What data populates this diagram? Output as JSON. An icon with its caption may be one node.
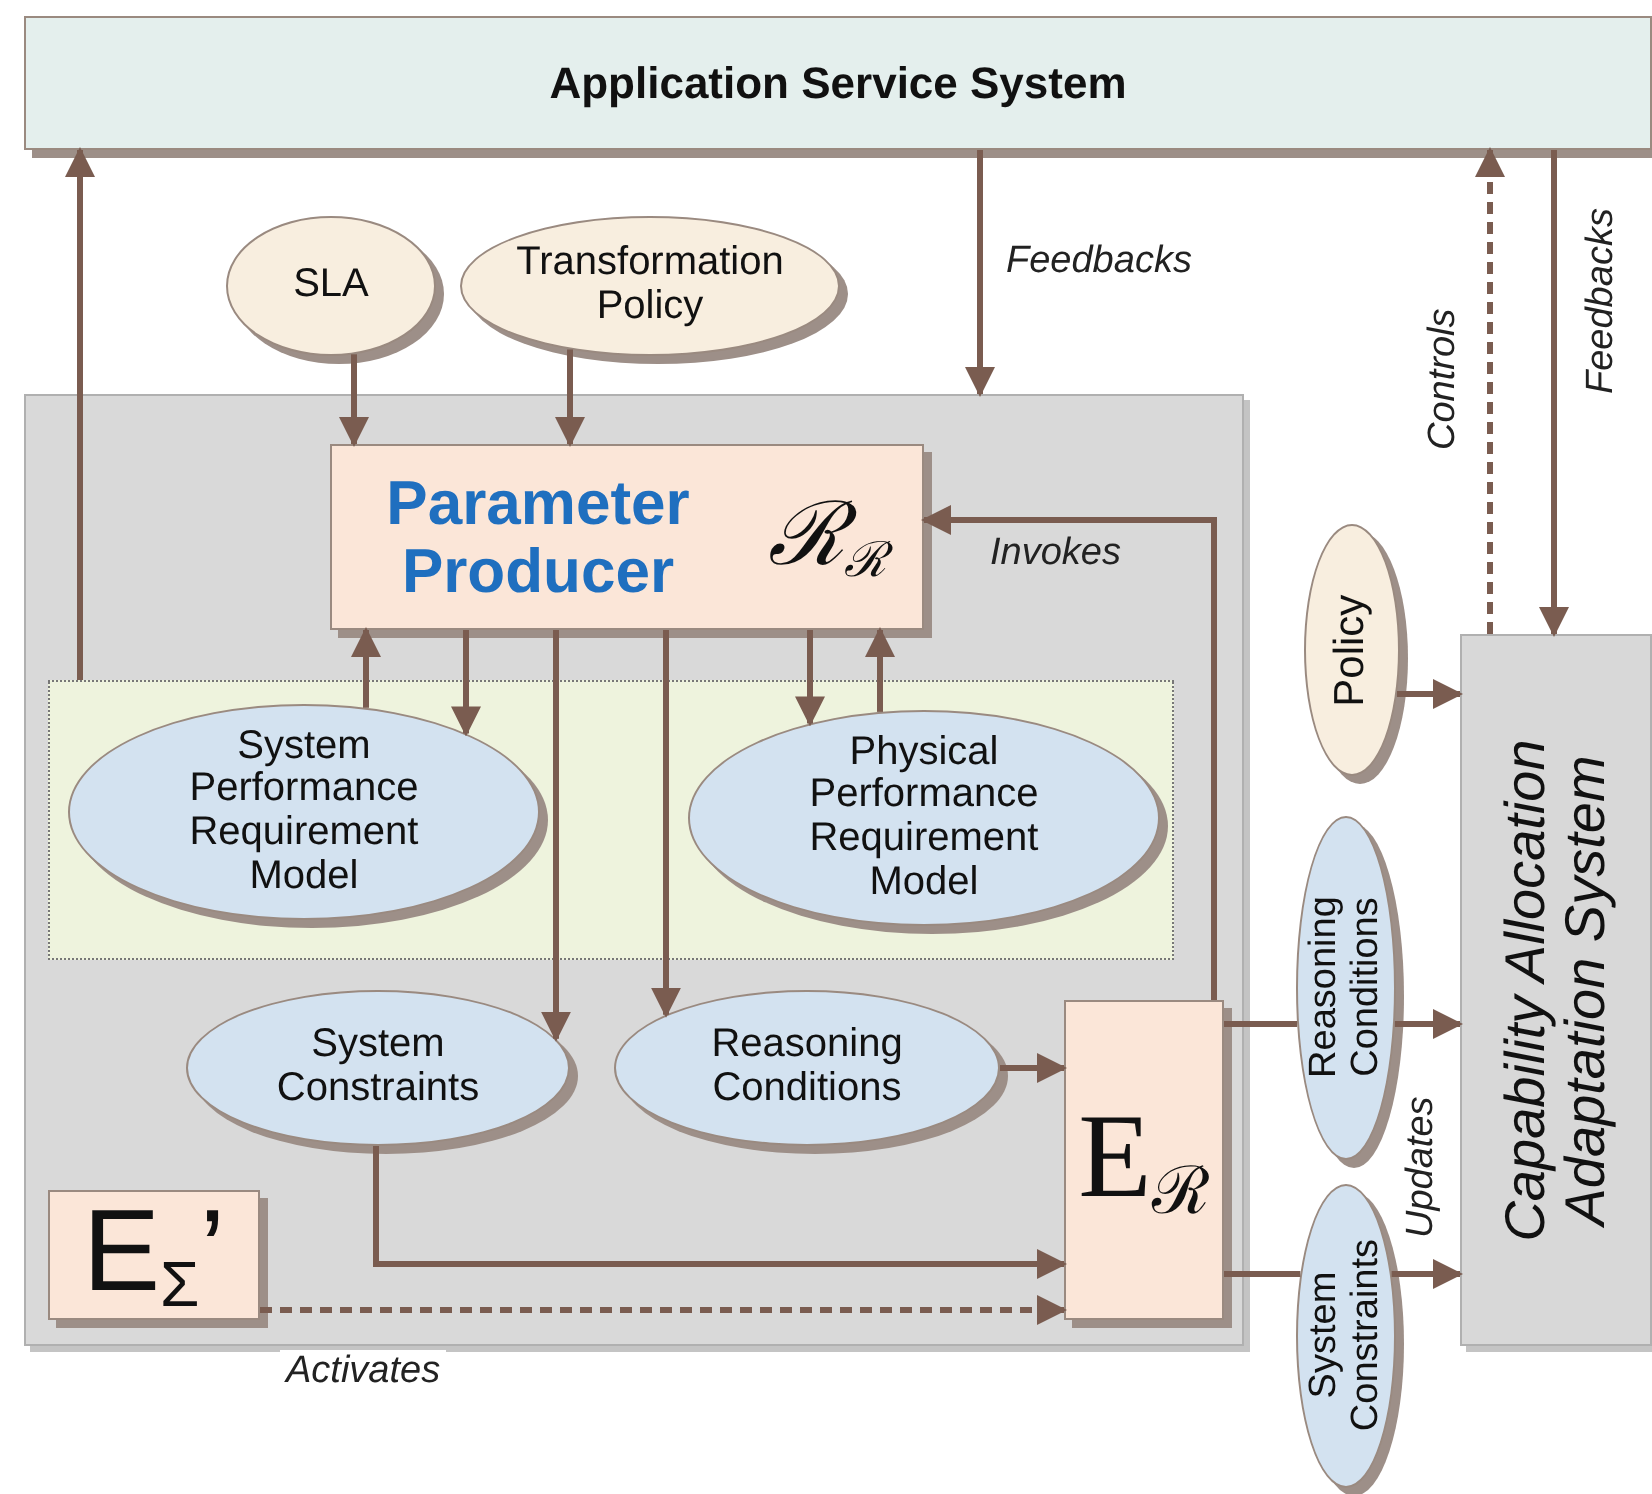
{
  "diagram": {
    "nodes": [
      {
        "text": [
          "Application Service System"
        ]
      },
      {
        "text": [
          "SLA"
        ]
      },
      {
        "text": [
          "Transformation Policy"
        ]
      },
      {
        "text": [],
        "shape": "box"
      },
      {
        "text": [
          "Parameter Producer",
          "ℛ$_{ℛ}$"
        ],
        "in": 3
      },
      {
        "text": [],
        "shape": "box",
        "in": 3
      },
      {
        "text": [
          "System Performance Requirement Model"
        ],
        "in": 5
      },
      {
        "text": [
          "Physical Performance Requirement Model"
        ],
        "in": 5
      },
      {
        "text": [
          "System Constraints"
        ],
        "in": 3
      },
      {
        "text": [
          "Reasoning Conditions"
        ],
        "in": 3
      },
      {
        "text": [
          "E$_{ℛ}$"
        ],
        "in": 3
      },
      {
        "text": [
          "E$_{Σ}$’"
        ],
        "in": 3
      },
      {
        "text": [
          "Policy"
        ]
      },
      {
        "text": [
          "Reasoning Conditions"
        ]
      },
      {
        "text": [
          "System Constraints"
        ]
      },
      {
        "text": [
          "Capability Allocation Adaptation System"
        ]
      }
    ],
    "edges": [
      {
        "from": 5,
        "to": 0,
        "arrow": "to"
      },
      {
        "from": 0,
        "to": 3,
        "arrow": "to",
        "label": "Feedbacks"
      },
      {
        "from": 1,
        "to": 4,
        "arrow": "to"
      },
      {
        "from": 2,
        "to": 4,
        "arrow": "to"
      },
      {
        "from": 15,
        "to": 0,
        "arrow": "to",
        "label": "Controls",
        "style": "dashed"
      },
      {
        "from": 0,
        "to": 15,
        "arrow": "to",
        "label": "Feedbacks"
      },
      {
        "from": 10,
        "to": 4,
        "arrow": "to",
        "label": "Invokes"
      },
      {
        "from": 6,
        "to": 4,
        "arrow": "to"
      },
      {
        "from": 4,
        "to": 6,
        "arrow": "to"
      },
      {
        "from": 4,
        "to": 7,
        "arrow": "to"
      },
      {
        "from": 7,
        "to": 4,
        "arrow": "to"
      },
      {
        "from": 4,
        "to": 8,
        "arrow": "to"
      },
      {
        "from": 4,
        "to": 9,
        "arrow": "to"
      },
      {
        "from": 9,
        "to": 10,
        "arrow": "to"
      },
      {
        "from": 8,
        "to": 10,
        "arrow": "to"
      },
      {
        "from": 11,
        "to": 10,
        "arrow": "to",
        "label": "Activates",
        "style": "dashed"
      },
      {
        "from": 12,
        "to": 15,
        "arrow": "to"
      },
      {
        "from": 10,
        "to": 13,
        "arrow": "none"
      },
      {
        "from": 13,
        "to": 15,
        "arrow": "to"
      },
      {
        "from": 10,
        "to": 14,
        "arrow": "none"
      },
      {
        "from": 14,
        "to": 15,
        "arrow": "to"
      }
    ],
    "labels": [
      "Updates"
    ]
  }
}
